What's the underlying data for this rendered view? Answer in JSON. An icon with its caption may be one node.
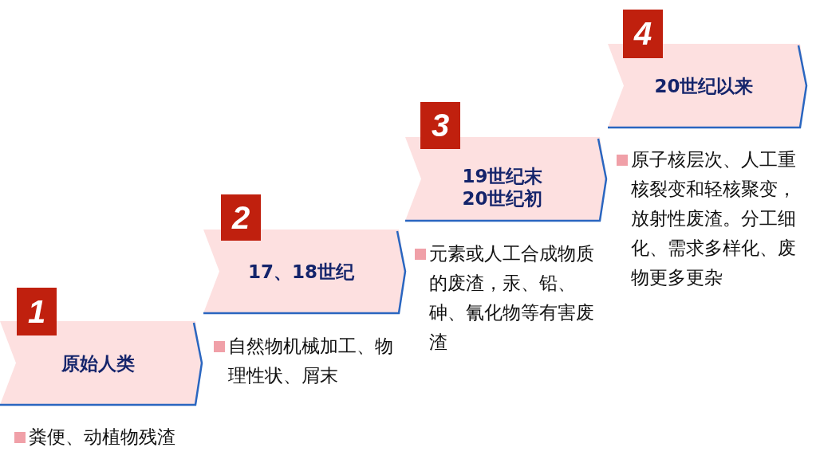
{
  "diagram": {
    "nodes": [
      {
        "text": [
          "1"
        ]
      },
      {
        "text": [
          "原始人类"
        ],
        "beside": [
          "粪便、动植物残渣"
        ]
      },
      {
        "text": [
          "2"
        ]
      },
      {
        "text": [
          "17、18世纪"
        ],
        "beside": [
          "自然物机械加工、物理性状、屑末"
        ]
      },
      {
        "text": [
          "3"
        ]
      },
      {
        "text": [
          "19世纪末",
          "20世纪初"
        ],
        "beside": [
          "元素或人工合成物质的废渣，汞、铅、砷、氰化物等有害废渣"
        ]
      },
      {
        "text": [
          "4"
        ]
      },
      {
        "text": [
          "20世纪以来"
        ],
        "beside": [
          "原子核层次、人工重核裂变和轻核聚变，放射性废渣。分工细化、需求多样化、废物更多更杂"
        ]
      }
    ]
  }
}
